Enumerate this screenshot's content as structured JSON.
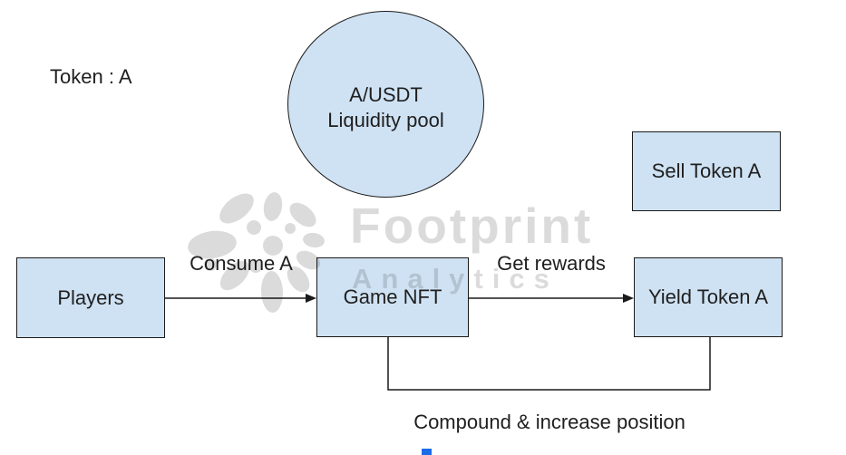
{
  "diagram": {
    "token_label": "Token : A",
    "nodes": {
      "pool": {
        "line1": "A/USDT",
        "line2": "Liquidity pool"
      },
      "sell": {
        "label": "Sell Token A"
      },
      "players": {
        "label": "Players"
      },
      "game_nft": {
        "label": "Game NFT"
      },
      "yield": {
        "label": "Yield Token A"
      }
    },
    "edges": {
      "consume": {
        "label": "Consume A",
        "from": "players",
        "to": "game_nft"
      },
      "rewards": {
        "label": "Get rewards",
        "from": "game_nft",
        "to": "yield"
      },
      "compound": {
        "label": "Compound & increase position",
        "from": "yield",
        "to": "game_nft"
      }
    },
    "colors": {
      "node_fill": "#cfe2f3",
      "node_border": "#1a1a1a",
      "connector": "#1a1a1a",
      "text": "#1f1f1f"
    }
  },
  "watermark": {
    "line1": "Footprint",
    "line2": "Analytics",
    "color": "rgba(0,0,0,0.14)"
  },
  "footer": {
    "logo_mark_color": "#1b6ce8"
  }
}
